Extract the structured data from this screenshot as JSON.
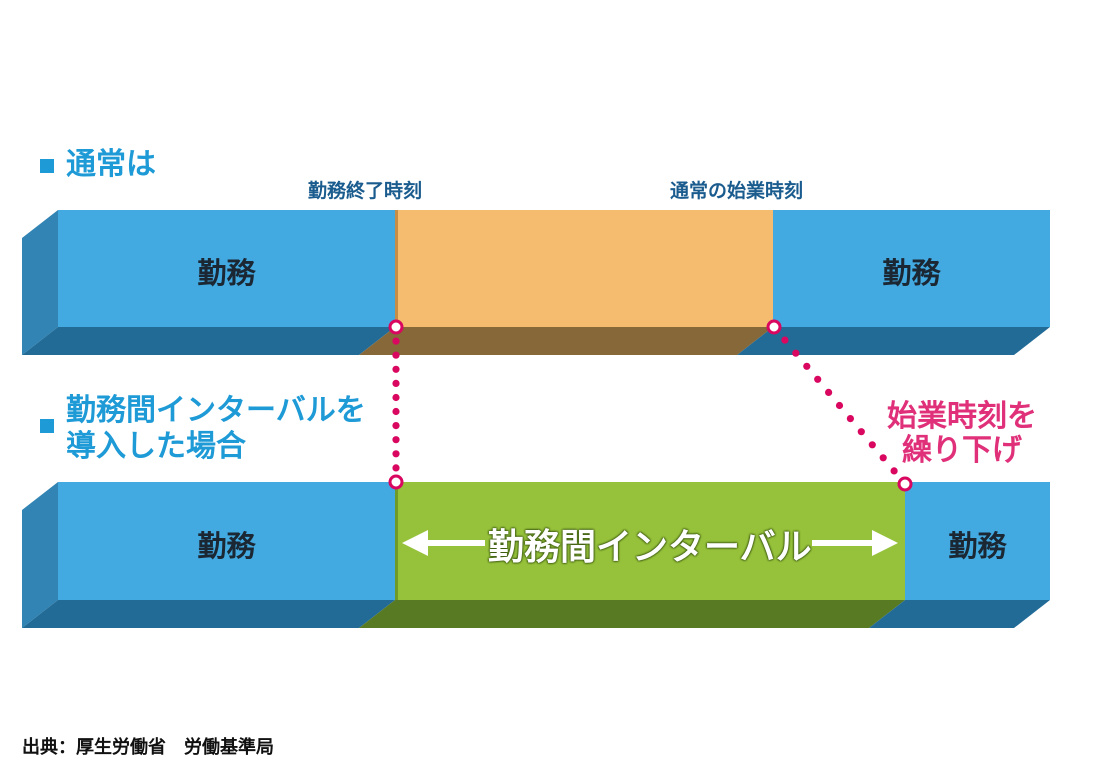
{
  "section_normal": {
    "heading": "通常は"
  },
  "section_interval": {
    "heading_line1": "勤務間インターバルを",
    "heading_line2": "導入した場合"
  },
  "markers": {
    "work_end": "勤務終了時刻",
    "normal_start": "通常の始業時刻"
  },
  "bars": {
    "top_left": "勤務",
    "top_right": "勤務",
    "bottom_left": "勤務",
    "bottom_right": "勤務",
    "interval": "勤務間インターバル"
  },
  "callout": {
    "line1": "始業時刻を",
    "line2": "繰り下げ"
  },
  "source": "出典：厚生労働省　労働基準局",
  "colors": {
    "work_front": "#42a9e1",
    "work_side": "#3184b3",
    "work_bottom": "#236b97",
    "gap_front": "#f5bb6e",
    "gap_bottom": "#876838",
    "interval_front": "#96c13b",
    "interval_bottom": "#587a22",
    "dotted_line": "#d9075f",
    "heading": "#1e9ad6",
    "callout": "#e0307a"
  }
}
